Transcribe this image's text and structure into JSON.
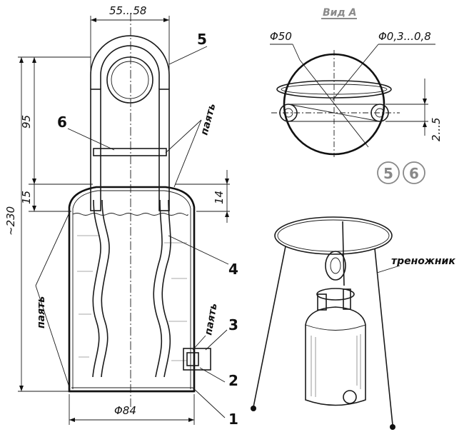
{
  "dims": {
    "ring_width": "55...58",
    "total_height": "~230",
    "h95": "95",
    "h15": "15",
    "h14": "14",
    "diameter84": "Φ84"
  },
  "labels": {
    "solder": "паять",
    "tripod": "треножник",
    "view_a": "Вид А"
  },
  "view_a": {
    "phi50": "Φ50",
    "phi_hole": "Φ0,3...0,8",
    "gap": "2...5"
  },
  "parts": [
    "1",
    "2",
    "3",
    "4",
    "5",
    "6"
  ],
  "circled": [
    "5",
    "6"
  ]
}
